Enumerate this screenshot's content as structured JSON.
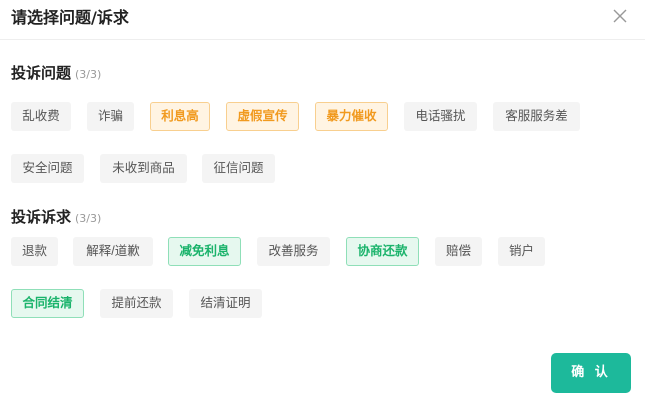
{
  "dialog": {
    "title": "请选择问题/诉求",
    "close_icon": "close-icon",
    "confirm_label": "确 认"
  },
  "problems": {
    "title": "投诉问题",
    "count": "(3/3)",
    "tags": [
      {
        "label": "乱收费",
        "selected": false
      },
      {
        "label": "诈骗",
        "selected": false
      },
      {
        "label": "利息高",
        "selected": true
      },
      {
        "label": "虚假宣传",
        "selected": true
      },
      {
        "label": "暴力催收",
        "selected": true
      },
      {
        "label": "电话骚扰",
        "selected": false
      },
      {
        "label": "客服服务差",
        "selected": false
      },
      {
        "label": "安全问题",
        "selected": false
      },
      {
        "label": "未收到商品",
        "selected": false
      },
      {
        "label": "征信问题",
        "selected": false
      }
    ]
  },
  "demands": {
    "title": "投诉诉求",
    "count": "(3/3)",
    "tags": [
      {
        "label": "退款",
        "selected": false
      },
      {
        "label": "解释/道歉",
        "selected": false
      },
      {
        "label": "减免利息",
        "selected": true
      },
      {
        "label": "改善服务",
        "selected": false
      },
      {
        "label": "协商还款",
        "selected": true
      },
      {
        "label": "赔偿",
        "selected": false
      },
      {
        "label": "销户",
        "selected": false
      },
      {
        "label": "合同结清",
        "selected": true
      },
      {
        "label": "提前还款",
        "selected": false
      },
      {
        "label": "结清证明",
        "selected": false
      }
    ]
  },
  "colors": {
    "accent": "#1db99b",
    "selected_problem": "#f19a1f",
    "selected_demand": "#1ab36b"
  }
}
